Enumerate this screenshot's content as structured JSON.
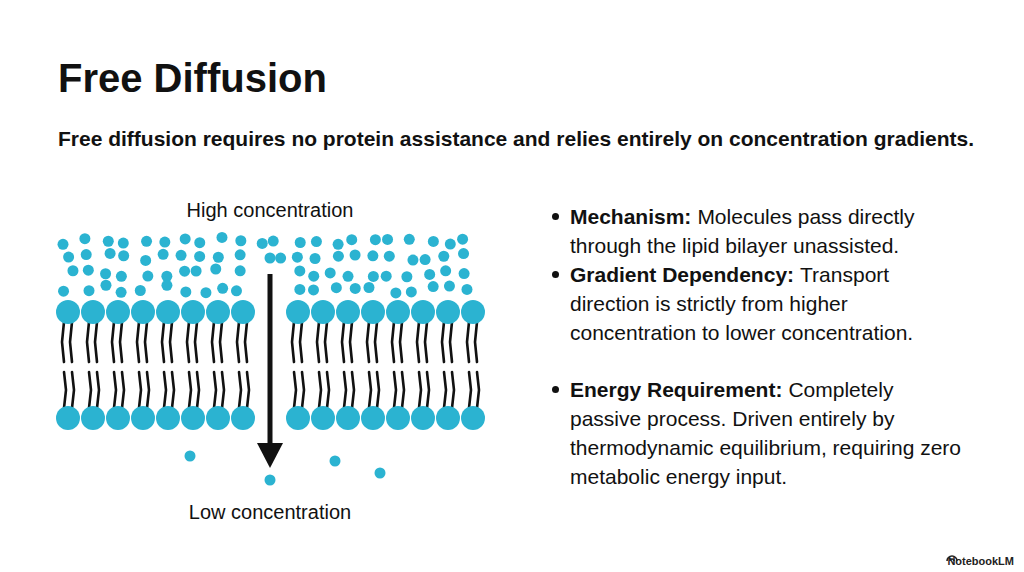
{
  "diagram": {
    "title": "Free Diffusion",
    "labels": [
      "Free diffusion requires no protein assistance and relies entirely on concentration gradients.",
      "High concentration",
      "Low concentration",
      "Mechanism:",
      "Molecules pass directly through the lipid bilayer unassisted.",
      "Gradient Dependency:",
      "Transport direction is strictly from higher concentration to lower concentration.",
      "Energy Requirement:",
      "Completely passive process. Driven entirely by thermodynamic equilibrium, requiring zero metabolic energy input.",
      "NotebookLM"
    ]
  }
}
